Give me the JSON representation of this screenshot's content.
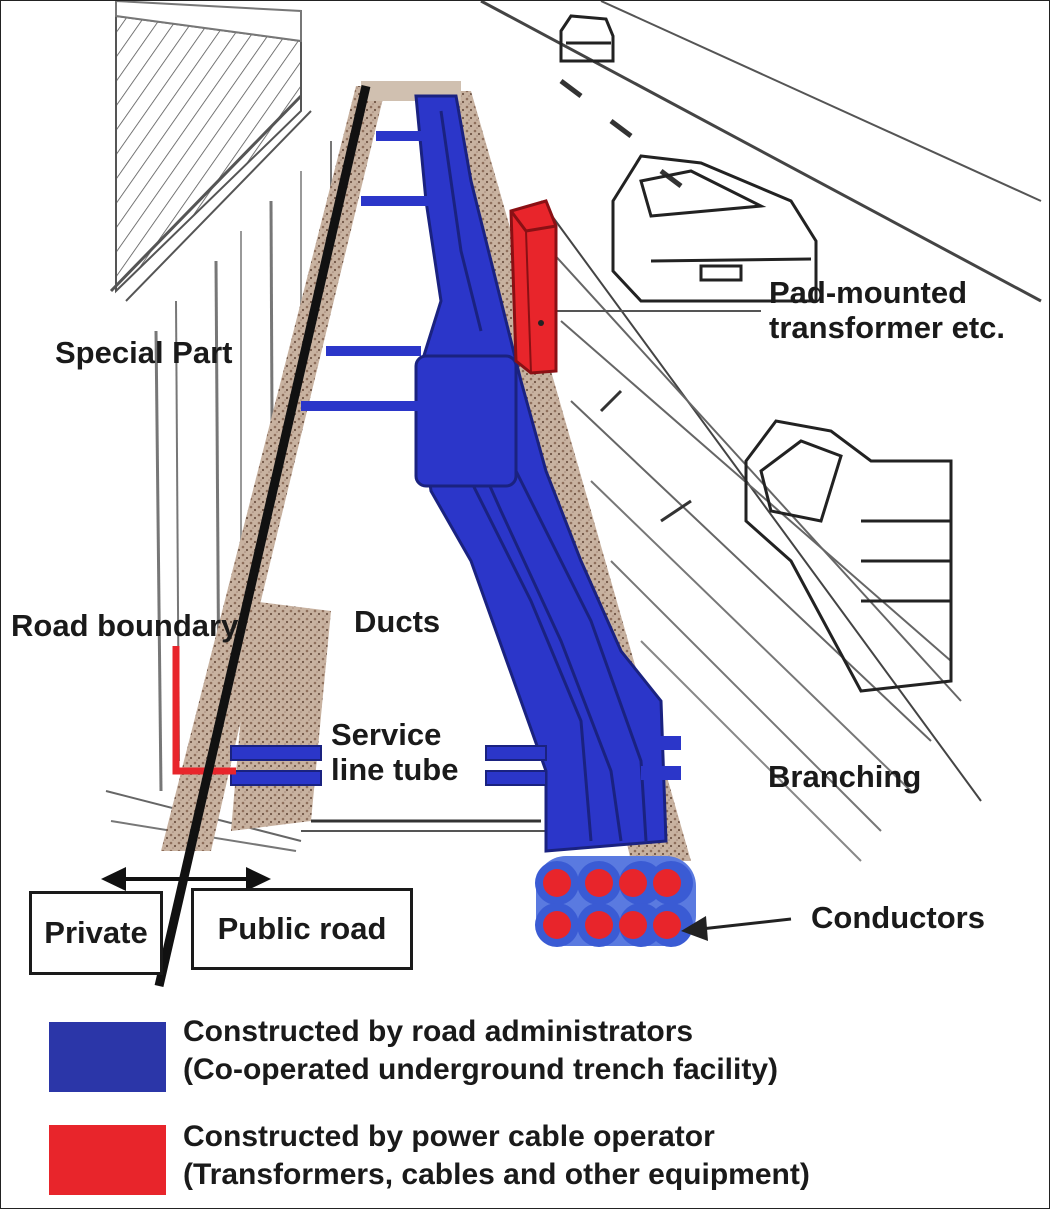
{
  "labels": {
    "special_part": "Special Part",
    "pad_mounted_line1": "Pad-mounted",
    "pad_mounted_line2": "transformer etc.",
    "road_boundary": "Road boundary",
    "ducts": "Ducts",
    "service_line1": "Service",
    "service_line2": "line tube",
    "branching": "Branching",
    "conductors": "Conductors",
    "private": "Private",
    "public_road": "Public road"
  },
  "legend": [
    {
      "color": "#2b36a8",
      "line1": "Constructed by road administrators",
      "line2": "(Co-operated underground trench facility)"
    },
    {
      "color": "#e8252b",
      "line1": "Constructed by power cable operator",
      "line2": "(Transformers, cables and other equipment)"
    }
  ],
  "colors": {
    "duct_blue": "#2b36c9",
    "cable_red": "#e8252b",
    "trench_brown": "#b49a86",
    "ink": "#1a1a1a"
  },
  "icons": [
    "car-icon",
    "transformer-box",
    "conductor-bundle-icon",
    "arrow-left-right-icon",
    "arrow-pointer-icon"
  ]
}
